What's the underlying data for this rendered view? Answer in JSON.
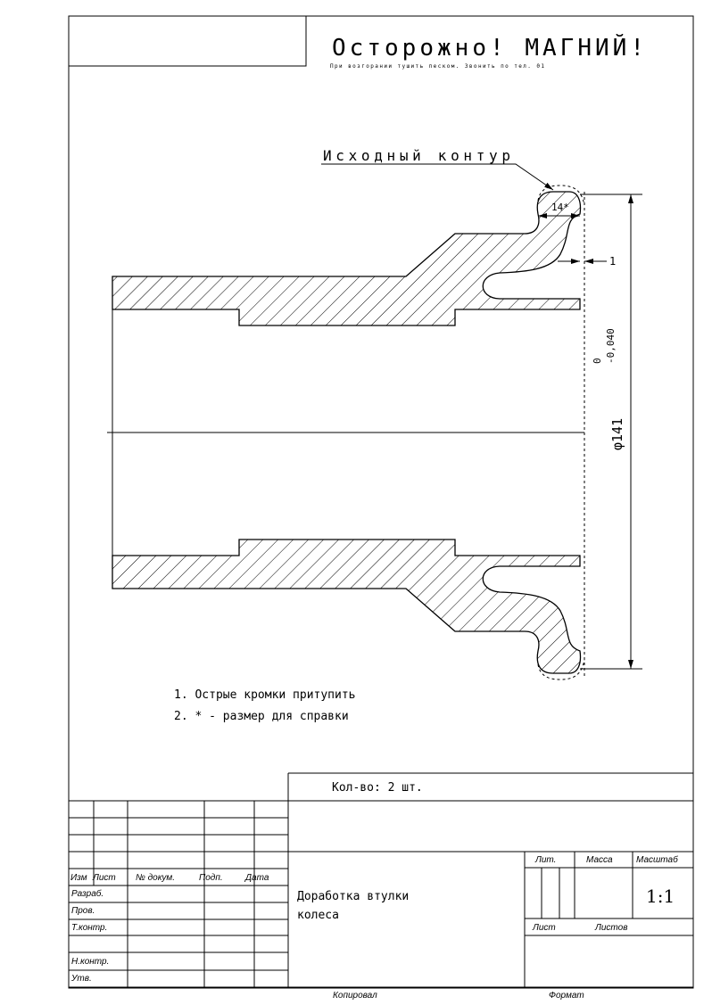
{
  "warning": {
    "title": "Осторожно! МАГНИЙ!",
    "subtitle": "При возгорании тушить песком. Звонить по тел. 01"
  },
  "drawing": {
    "leader_label": "Исходный контур",
    "dim_width": "14*",
    "dim_offset": "1",
    "dim_diameter": "φ141",
    "tol_upper": "0",
    "tol_lower": "-0,040"
  },
  "notes": [
    "1. Острые кромки притупить",
    "2. * - размер для справки"
  ],
  "title_block": {
    "quantity": "Кол-во: 2 шт.",
    "headers": [
      "Изм",
      "Лист",
      "№ докум.",
      "Подп.",
      "Дата"
    ],
    "roles": [
      "Разраб.",
      "Пров.",
      "Т.контр.",
      "",
      "Н.контр.",
      "Утв."
    ],
    "part_name_1": "Доработка втулки",
    "part_name_2": "колеса",
    "lit": "Лит.",
    "mass": "Масса",
    "scale_label": "Масштаб",
    "scale": "1:1",
    "sheet": "Лист",
    "sheets": "Листов",
    "copied": "Копировал",
    "format": "Формат"
  }
}
